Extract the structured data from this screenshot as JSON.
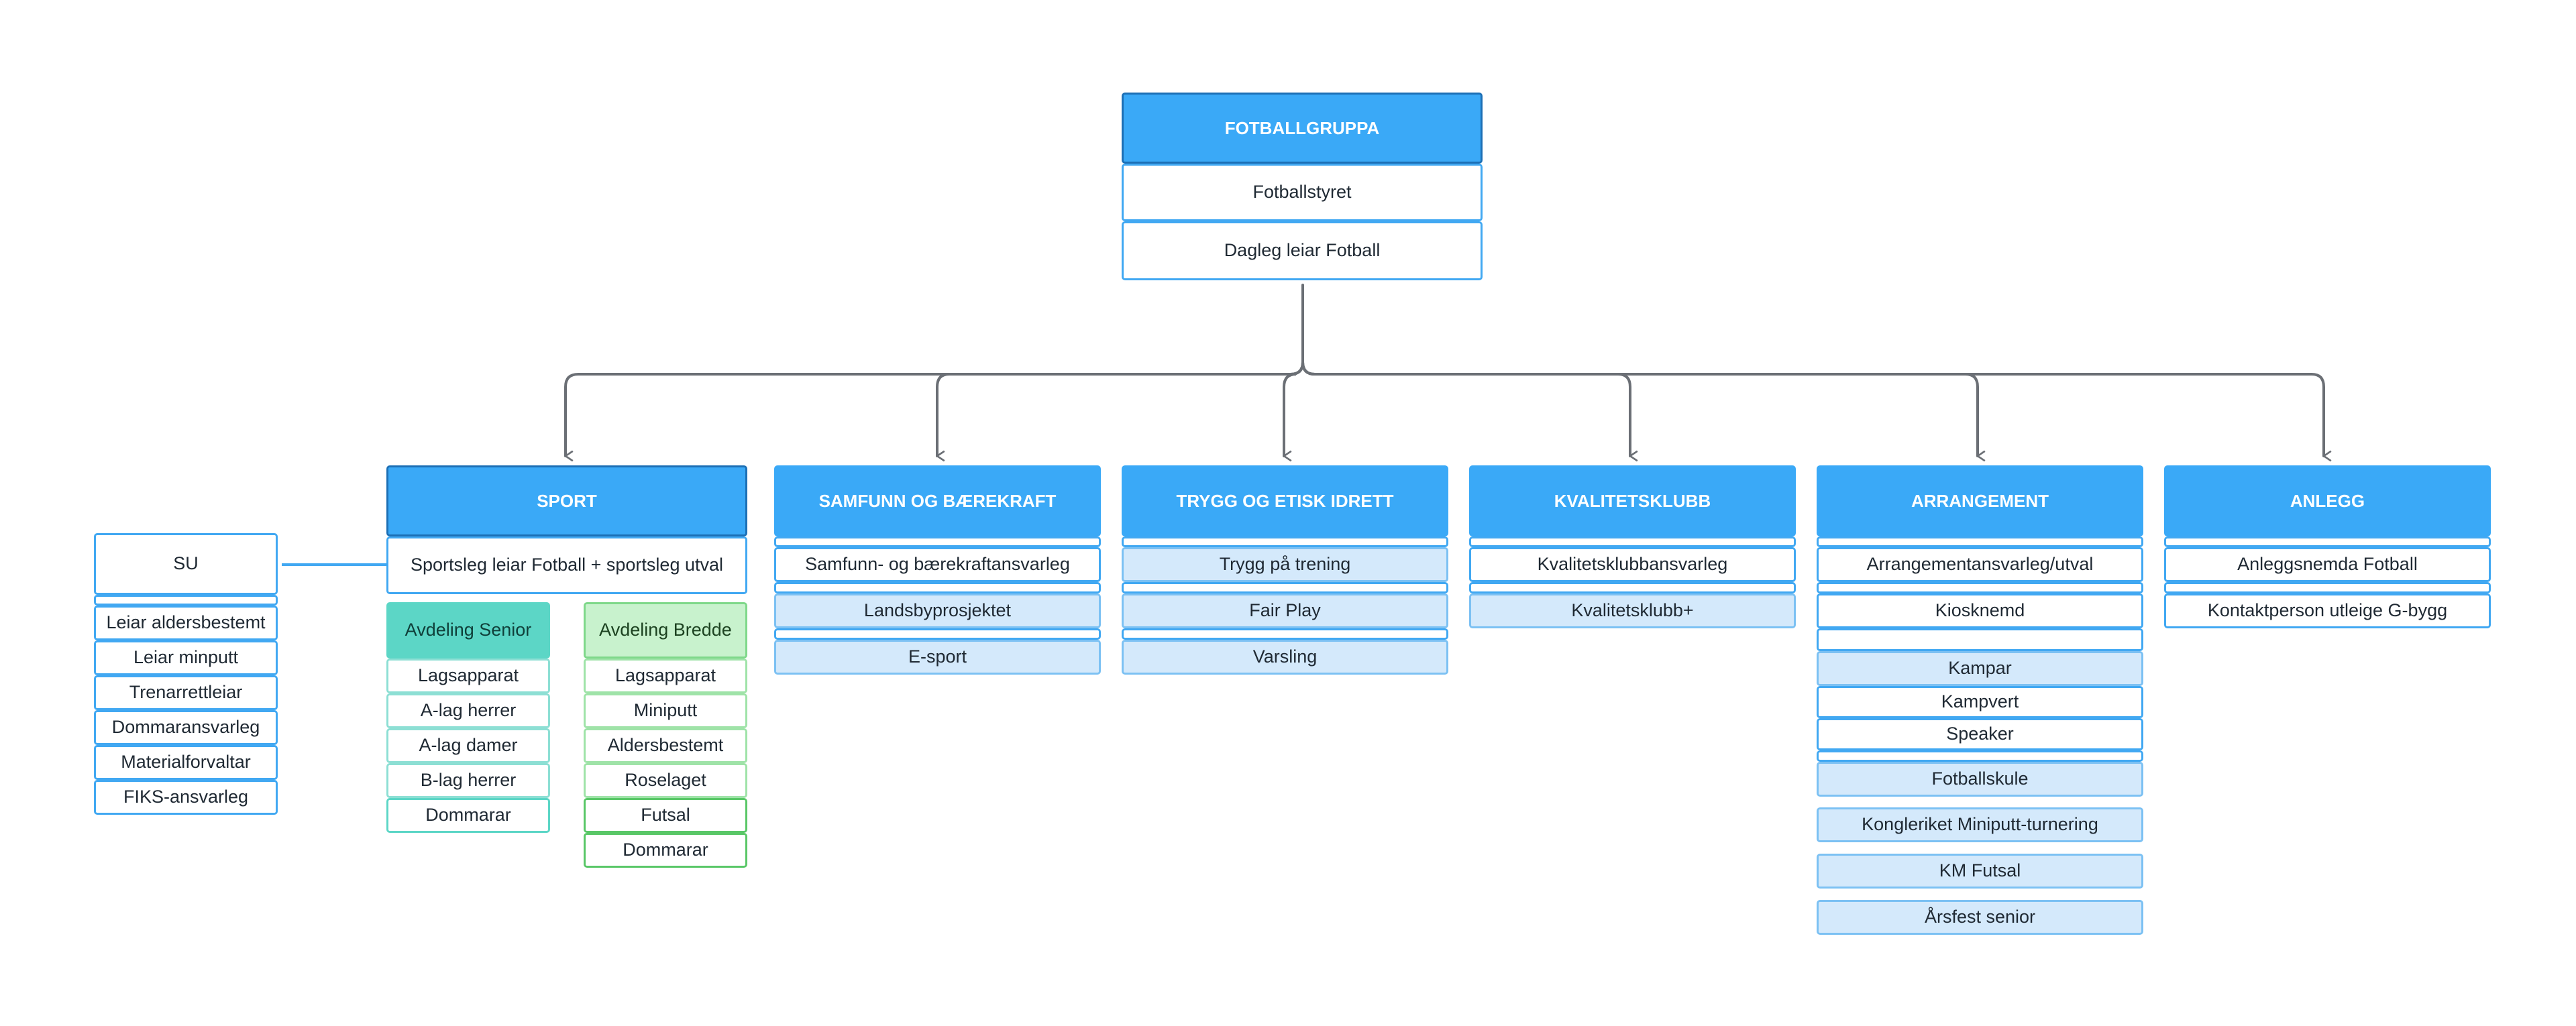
{
  "colors": {
    "header_blue": "#3aa9f7",
    "border_blue": "#41a8f2",
    "light_blue_fill": "#d4e9fb",
    "teal": "#5cd6c6",
    "green_fill": "#c8f2cd",
    "green_border": "#59c767",
    "connector": "#6b6f75"
  },
  "top": {
    "title": "FOTBALLGRUPPA",
    "board": "Fotballstyret",
    "manager": "Dagleg leiar Fotball"
  },
  "su": {
    "title": "SU",
    "items": [
      "Leiar aldersbestemt",
      "Leiar minputt",
      "Trenarrettleiar",
      "Dommaransvarleg",
      "Materialforvaltar",
      "FIKS-ansvarleg"
    ]
  },
  "sport": {
    "title": "SPORT",
    "leader": "Sportsleg leiar Fotball + sportsleg utval",
    "senior": {
      "title": "Avdeling Senior",
      "items": [
        "Lagsapparat",
        "A-lag herrer",
        "A-lag damer",
        "B-lag herrer",
        "Dommarar"
      ]
    },
    "bredde": {
      "title": "Avdeling Bredde",
      "items": [
        "Lagsapparat",
        "Miniputt",
        "Aldersbestemt",
        "Roselaget",
        "Futsal",
        "Dommarar"
      ]
    }
  },
  "samfunn": {
    "title": "SAMFUNN OG BÆREKRAFT",
    "items": [
      "Samfunn- og bærekraftansvarleg",
      "Landsbyprosjektet",
      "E-sport"
    ]
  },
  "trygg": {
    "title": "TRYGG OG ETISK IDRETT",
    "items": [
      "Trygg på trening",
      "Fair Play",
      "Varsling"
    ]
  },
  "kvalitet": {
    "title": "KVALITETSKLUBB",
    "items": [
      "Kvalitetsklubbansvarleg",
      "Kvalitetsklubb+"
    ]
  },
  "arrangement": {
    "title": "ARRANGEMENT",
    "items": [
      "Arrangementansvarleg/utval",
      "Kiosknemd",
      "Kampar",
      "Kampvert",
      "Speaker",
      "Fotballskule",
      "Kongleriket Miniputt-turnering",
      "KM Futsal",
      "Årsfest senior"
    ]
  },
  "anlegg": {
    "title": "ANLEGG",
    "items": [
      "Anleggsnemda Fotball",
      "Kontaktperson utleige G-bygg"
    ]
  }
}
